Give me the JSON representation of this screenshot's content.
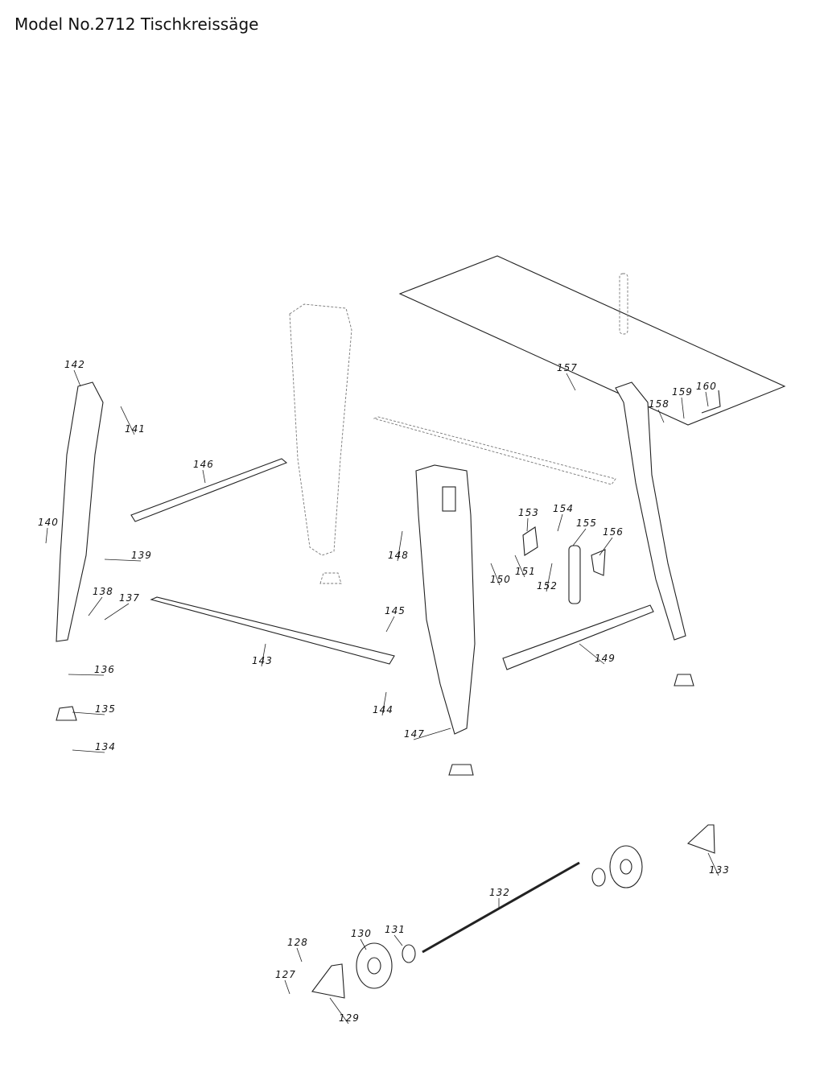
{
  "title": "Model No.2712 Tischkreissäge",
  "parts": [
    "142",
    "141",
    "146",
    "140",
    "139",
    "138",
    "137",
    "136",
    "135",
    "134",
    "143",
    "145",
    "144",
    "147",
    "148",
    "150",
    "151",
    "153",
    "154",
    "152",
    "155",
    "156",
    "149",
    "157",
    "158",
    "159",
    "160",
    "133",
    "132",
    "131",
    "130",
    "128",
    "127",
    "129"
  ]
}
